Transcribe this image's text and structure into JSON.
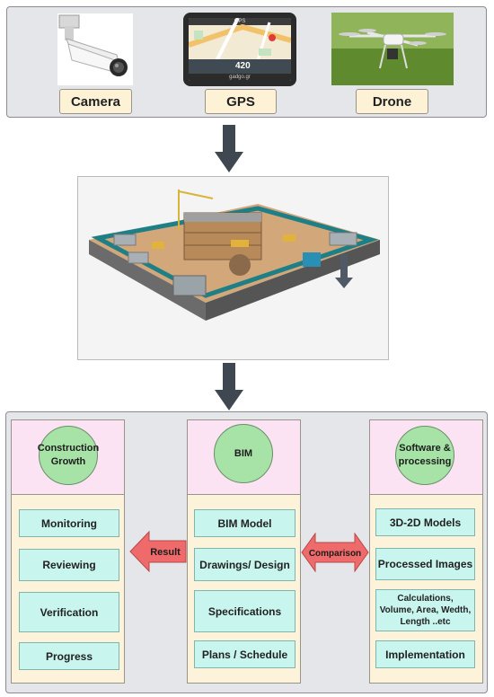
{
  "devices": [
    {
      "label": "Camera",
      "icon": "security-camera-icon"
    },
    {
      "label": "GPS",
      "icon": "gps-device-icon",
      "screen_title": "GPS",
      "screen_value": "420",
      "screen_brand": "gadgo.gr"
    },
    {
      "label": "Drone",
      "icon": "drone-icon"
    }
  ],
  "scene": {
    "icon": "construction-site-3d-model"
  },
  "columns": {
    "left": {
      "title": "Construction Growth",
      "items": [
        "Monitoring",
        "Reviewing",
        "Verification",
        "Progress"
      ]
    },
    "middle": {
      "title": "BIM",
      "items": [
        "BIM Model",
        "Drawings/ Design",
        "Specifications",
        "Plans / Schedule"
      ]
    },
    "right": {
      "title": "Software & processing",
      "items": [
        "3D-2D Models",
        "Processed Images",
        "Calculations, Volume, Area, Wedth, Length ..etc",
        "Implementation"
      ]
    }
  },
  "arrows": {
    "result": "Result",
    "comparison": "Comparison"
  },
  "colors": {
    "panel": "#e5e6ea",
    "label_fill": "#fdf1d6",
    "header_fill": "#fbe3f3",
    "body_fill": "#fdf3da",
    "circle": "#a7e3a6",
    "item": "#c9f5ef",
    "arrow_red": "#ef6a6a",
    "arrow_dark": "#3f4850"
  }
}
